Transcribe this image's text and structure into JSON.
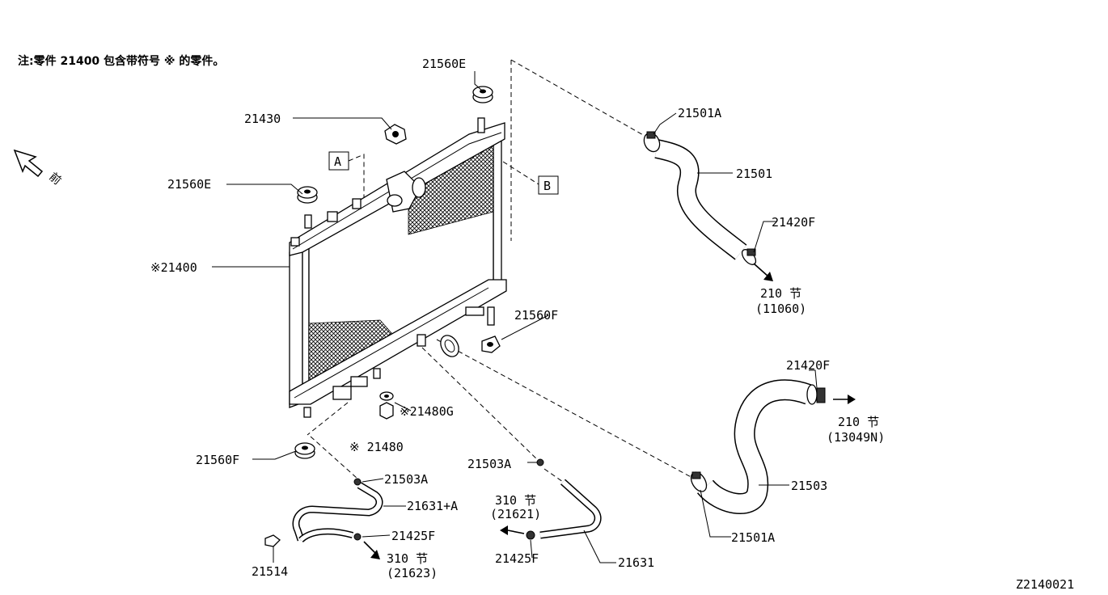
{
  "note": "注:零件 21400 包含带符号 ※ 的零件。",
  "front_label": "前",
  "ref_boxes": {
    "a": "A",
    "b": "B"
  },
  "callouts": {
    "p21560E_top": "21560E",
    "p21430": "21430",
    "p21560E_left": "21560E",
    "p21400": "※21400",
    "p21501A_top": "21501A",
    "p21501": "21501",
    "p21420F_top": "21420F",
    "p21560F_right": "21560F",
    "p21480G": "※21480G",
    "p21480": "※ 21480",
    "p21560F_bottom": "21560F",
    "p21503A_left": "21503A",
    "p21631A": "21631+A",
    "p21425F_left": "21425F",
    "p21514": "21514",
    "p21503A_mid": "21503A",
    "p21425F_mid": "21425F",
    "p21631": "21631",
    "p21420F_bottom": "21420F",
    "p21503": "21503",
    "p21501A_bottom": "21501A"
  },
  "section_refs": {
    "ref_11060": {
      "section": "210 节",
      "code": "(11060)"
    },
    "ref_13049N": {
      "section": "210 节",
      "code": "(13049N)"
    },
    "ref_21621": {
      "section": "310 节",
      "code": "(21621)"
    },
    "ref_21623": {
      "section": "310 节",
      "code": "(21623)"
    }
  },
  "figure_id": "Z2140021"
}
